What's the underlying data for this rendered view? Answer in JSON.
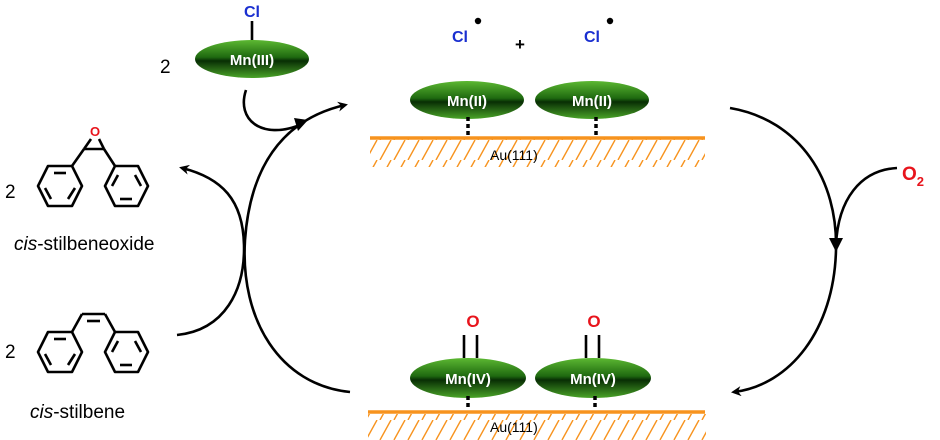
{
  "diagram": {
    "title": "Catalytic cycle of Mn porphyrin on Au(111) for cis-stilbene epoxidation",
    "colors": {
      "complex_fill_light": "#4fae2a",
      "complex_fill_dark": "#0b3a06",
      "chlorine": "#1a2fd0",
      "oxygen": "#e8141c",
      "gold_surface": "#f7931e",
      "arrow": "#000000"
    },
    "precursor": {
      "coefficient": "2",
      "ligand": "Cl",
      "metal": "Mn(III)"
    },
    "top_state": {
      "radicals": [
        "Cl",
        "Cl"
      ],
      "plus": "+",
      "complexes": [
        "Mn(II)",
        "Mn(II)"
      ],
      "surface": "Au(111)"
    },
    "bottom_state": {
      "ligands": [
        "O",
        "O"
      ],
      "complexes": [
        "Mn(IV)",
        "Mn(IV)"
      ],
      "surface": "Au(111)"
    },
    "reagent": {
      "label": "O",
      "subscript": "2"
    },
    "product": {
      "coefficient": "2",
      "name_italic": "cis",
      "name_rest": "-stilbeneoxide",
      "epoxide_atom": "O"
    },
    "substrate": {
      "coefficient": "2",
      "name_italic": "cis",
      "name_rest": "-stilbene"
    }
  }
}
